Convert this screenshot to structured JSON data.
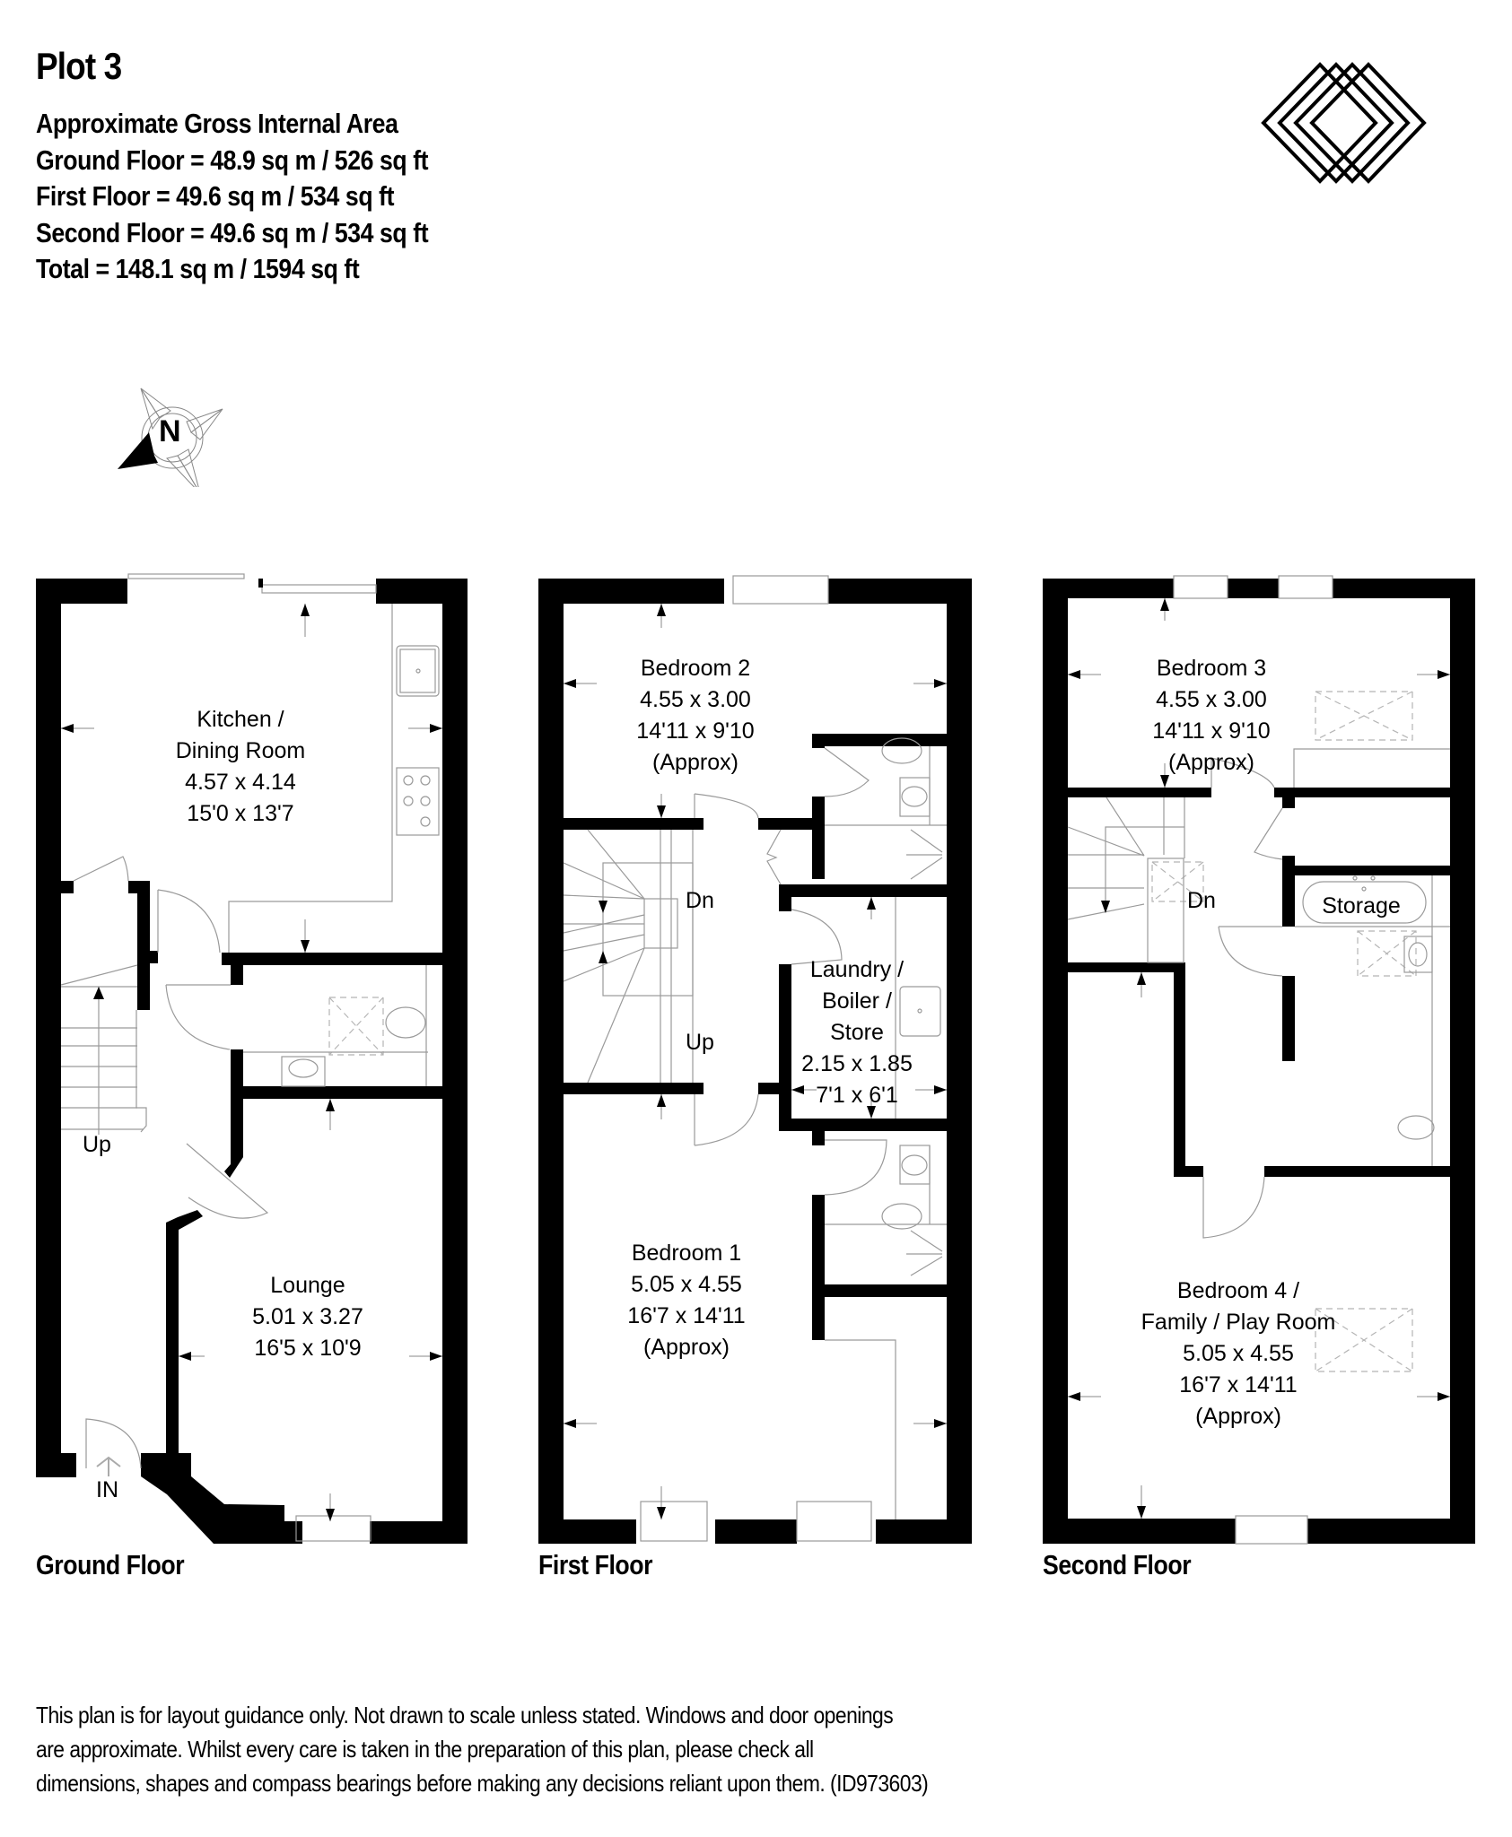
{
  "header": {
    "title": "Plot 3",
    "area_heading": "Approximate Gross Internal Area",
    "areas": [
      "Ground Floor = 48.9 sq m / 526 sq ft",
      "First Floor = 49.6 sq m / 534 sq ft",
      "Second Floor = 49.6 sq m / 534 sq ft",
      "Total = 148.1 sq m / 1594 sq ft"
    ]
  },
  "logo": {
    "icon": "nested-diamonds-logo-icon"
  },
  "compass": {
    "icon": "compass-rose-icon",
    "label": "N"
  },
  "floors": {
    "ground": {
      "label": "Ground Floor",
      "rooms": {
        "kitchen": {
          "name1": "Kitchen /",
          "name2": "Dining Room",
          "metric": "4.57 x 4.14",
          "imperial": "15'0 x 13'7"
        },
        "lounge": {
          "name": "Lounge",
          "metric": "5.01 x 3.27",
          "imperial": "16'5 x 10'9"
        }
      },
      "stairs_label": "Up",
      "entrance_label": "IN"
    },
    "first": {
      "label": "First Floor",
      "rooms": {
        "bedroom2": {
          "name": "Bedroom 2",
          "metric": "4.55 x 3.00",
          "imperial": "14'11 x 9'10",
          "note": "(Approx)"
        },
        "laundry": {
          "name1": "Laundry /",
          "name2": "Boiler /",
          "name3": "Store",
          "metric": "2.15 x 1.85",
          "imperial": "7'1 x 6'1"
        },
        "bedroom1": {
          "name": "Bedroom 1",
          "metric": "5.05 x 4.55",
          "imperial": "16'7 x 14'11",
          "note": "(Approx)"
        }
      },
      "stairs_down": "Dn",
      "stairs_up": "Up"
    },
    "second": {
      "label": "Second Floor",
      "rooms": {
        "bedroom3": {
          "name": "Bedroom 3",
          "metric": "4.55 x 3.00",
          "imperial": "14'11 x 9'10",
          "note": "(Approx)"
        },
        "storage": {
          "name": "Storage"
        },
        "bedroom4": {
          "name1": "Bedroom 4 /",
          "name2": "Family / Play Room",
          "metric": "5.05 x 4.55",
          "imperial": "16'7 x 14'11",
          "note": "(Approx)"
        }
      },
      "stairs_down": "Dn"
    }
  },
  "disclaimer": [
    "This plan is for layout guidance only. Not drawn to scale unless stated. Windows and door openings",
    "are approximate. Whilst every care is taken in the preparation of this plan, please check all",
    "dimensions, shapes and compass bearings before making any decisions reliant upon them. (ID973603)"
  ]
}
